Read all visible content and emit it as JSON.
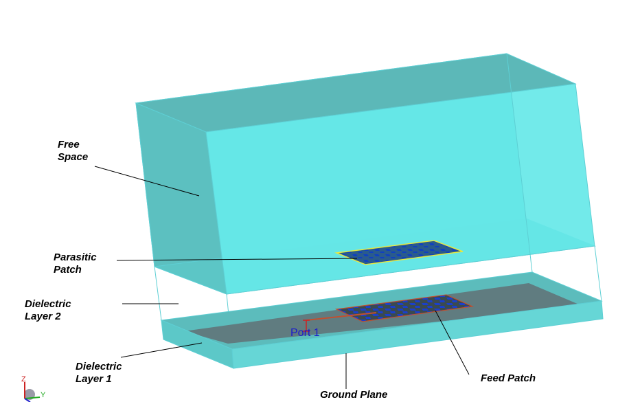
{
  "labels": {
    "free_space": [
      "Free",
      "Space"
    ],
    "parasitic_patch": [
      "Parasitic",
      "Patch"
    ],
    "dielectric_layer_2": [
      "Dielectric",
      "Layer 2"
    ],
    "dielectric_layer_1": [
      "Dielectric",
      "Layer 1"
    ],
    "ground_plane": "Ground Plane",
    "feed_patch": "Feed Patch",
    "port": "Port 1"
  },
  "triad": {
    "z": "Z",
    "y": "Y"
  },
  "colors": {
    "free_space_fill": "#66e8e8",
    "free_space_edge": "#5ecfd4",
    "dielectric_fill": "#5cc6c6",
    "ground_plane": "#5e7d80",
    "patch_fill": "#1e4fb0",
    "parasitic_outline": "#e8e840",
    "feed_outline": "#c05030",
    "port_color": "#cc2222",
    "port_text": "#1a1acc"
  }
}
